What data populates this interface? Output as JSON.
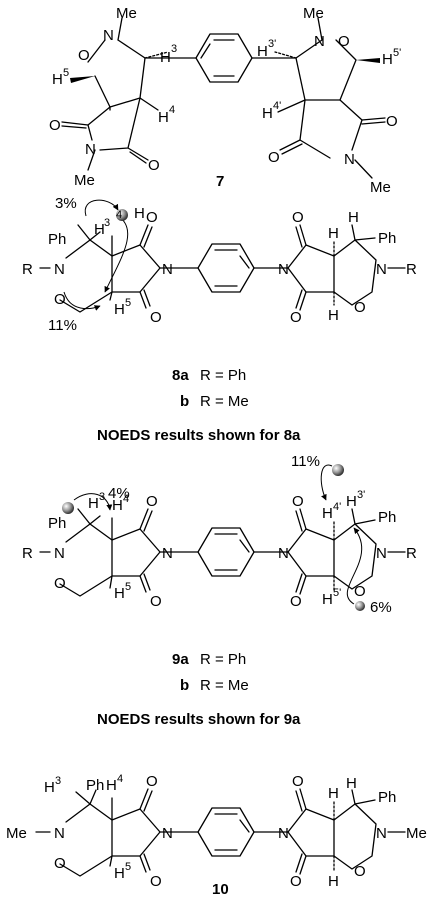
{
  "compound_7": {
    "label": "7",
    "atoms": {
      "O": "O",
      "N": "N",
      "Me": "Me"
    },
    "h": {
      "H3": "H",
      "H3n": "3",
      "H4": "H",
      "H4n": "4",
      "H5": "H",
      "H5n": "5",
      "H3p": "H",
      "H3pn": "3'",
      "H4p": "H",
      "H4pn": "4'",
      "H5p": "H",
      "H5pn": "5'"
    }
  },
  "compound_8": {
    "label_a": "8a",
    "formula_a": "R = Ph",
    "label_b": "b",
    "formula_b": "R = Me",
    "caption": "NOEDS results shown for 8a",
    "noe": [
      "3%",
      "11%"
    ],
    "atoms": {
      "Ph": "Ph",
      "R": "R",
      "H": "H"
    }
  },
  "compound_9": {
    "label_a": "9a",
    "formula_a": "R = Ph",
    "label_b": "b",
    "formula_b": "R = Me",
    "caption": "NOEDS results shown for 9a",
    "noe": [
      "4%",
      "11%",
      "6%"
    ]
  },
  "compound_10": {
    "label": "10"
  }
}
